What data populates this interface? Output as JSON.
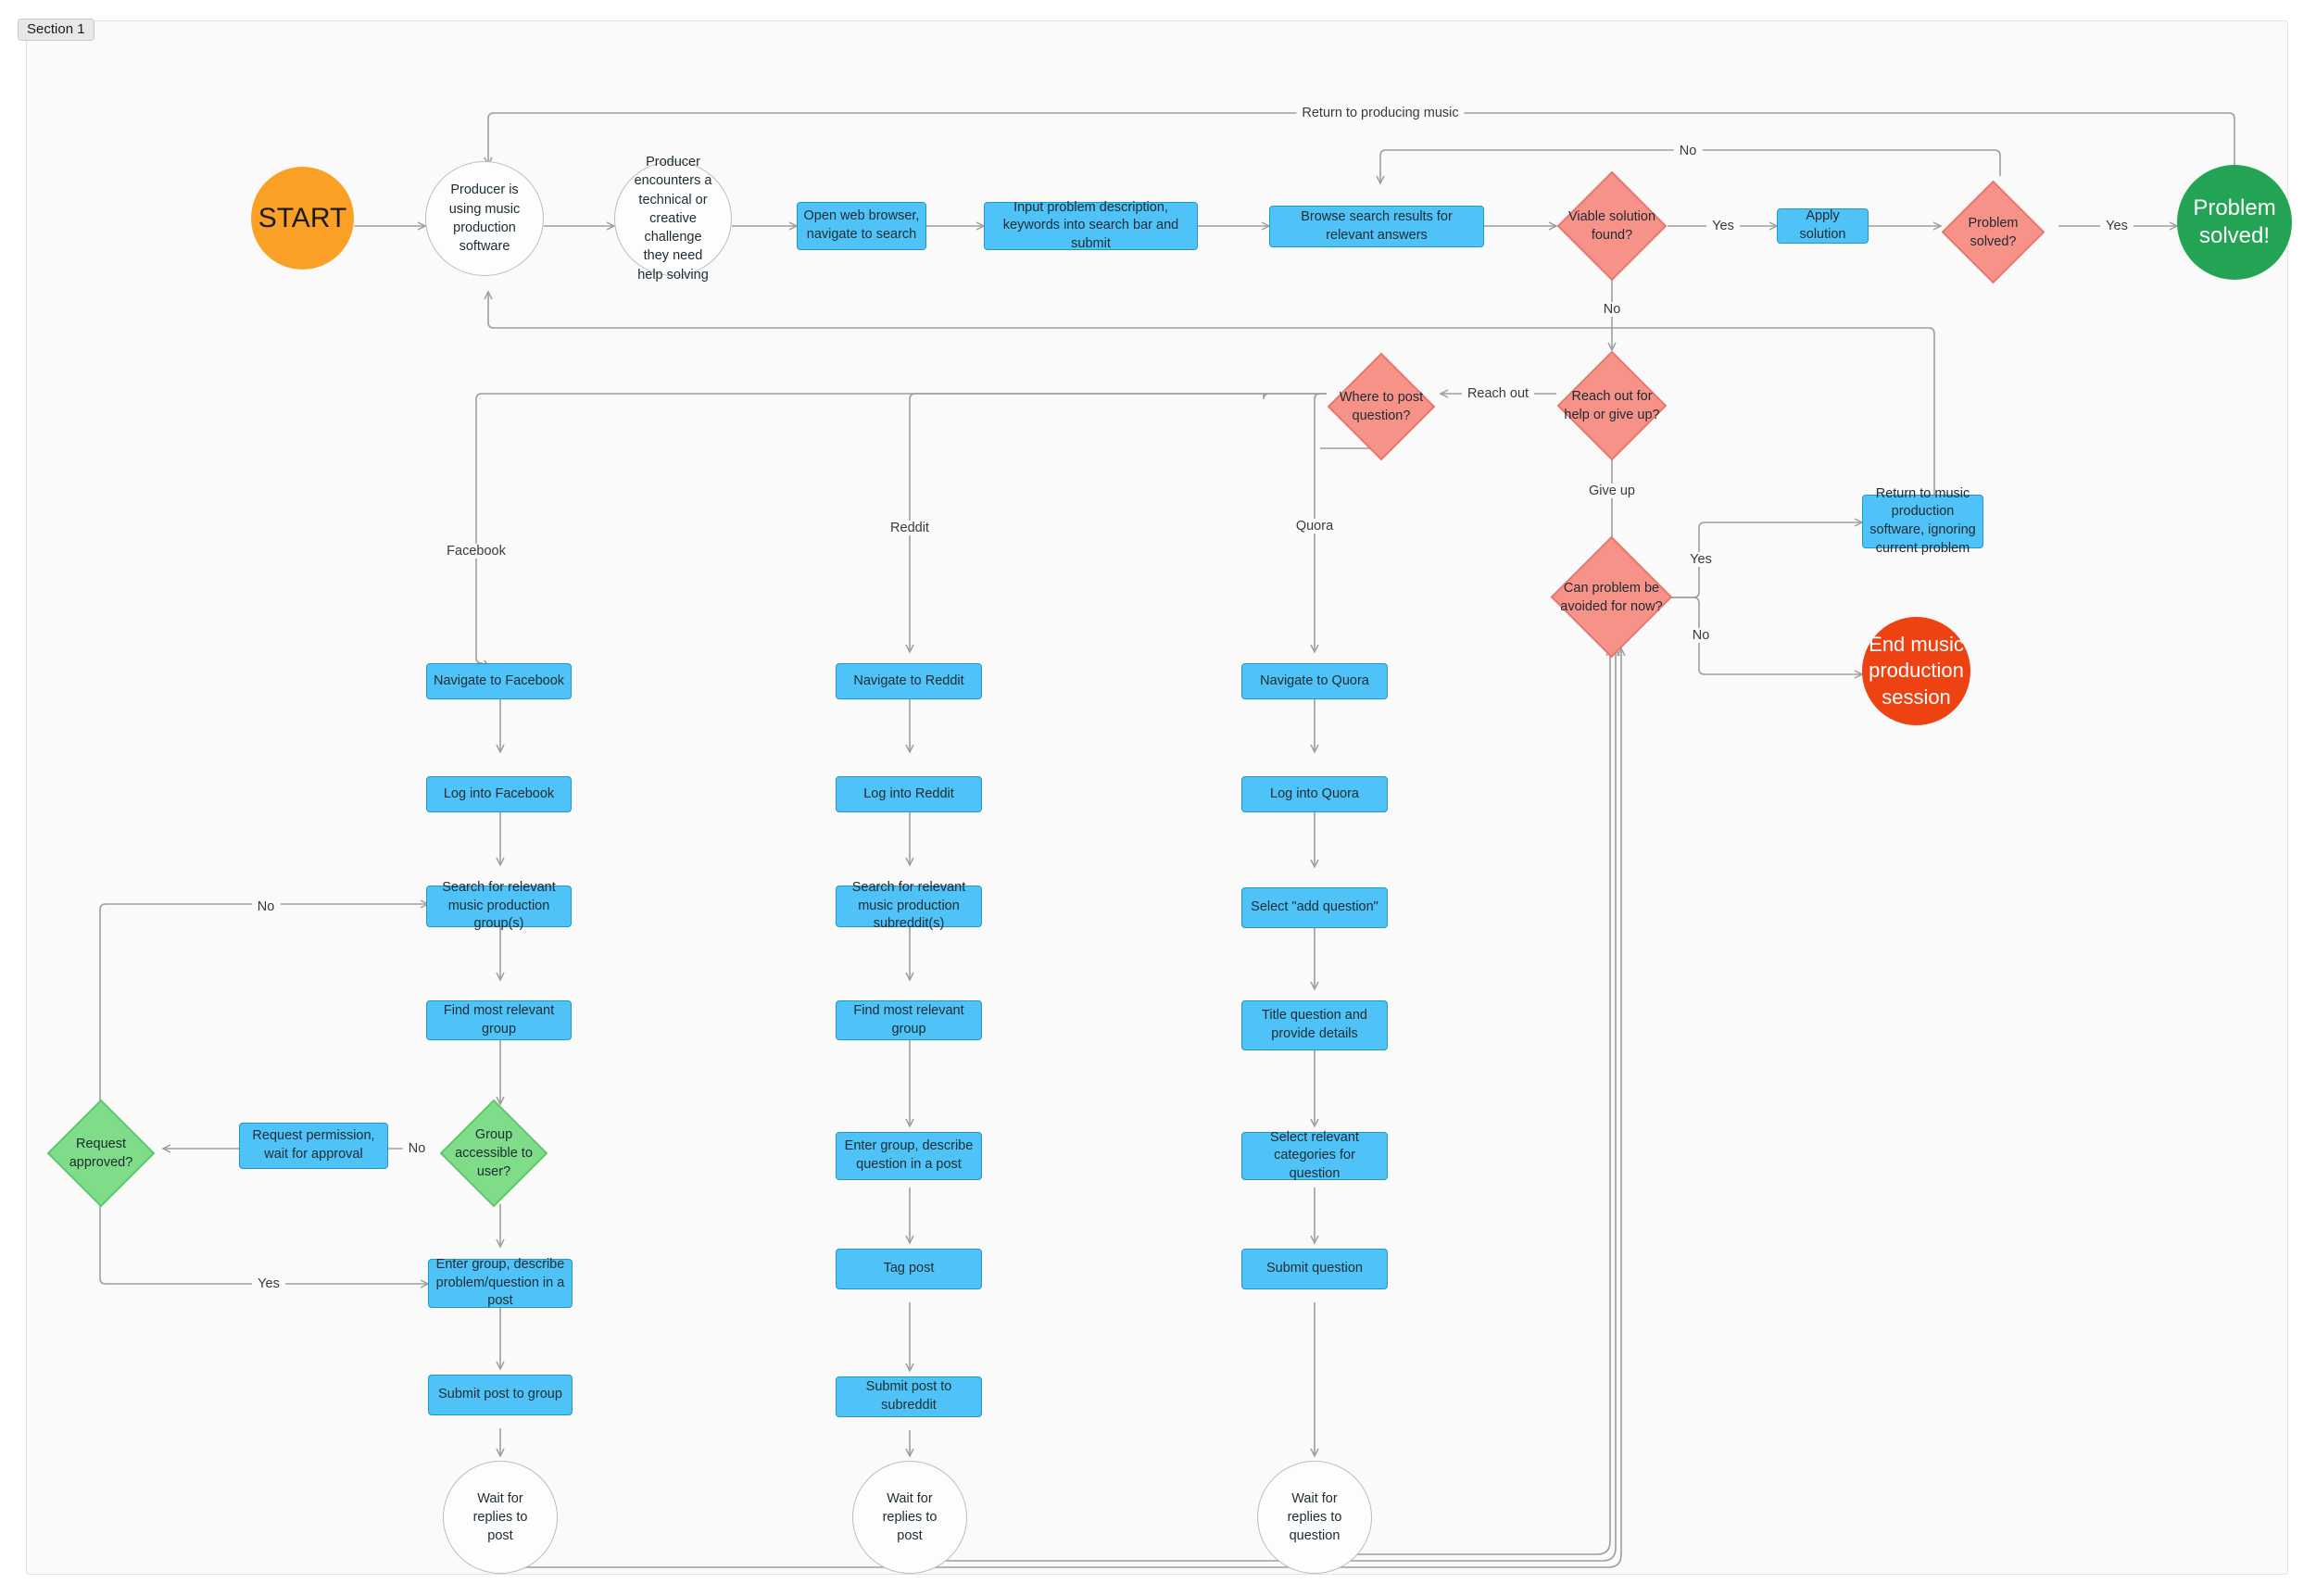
{
  "section": {
    "label": "Section 1"
  },
  "colors": {
    "process_fill": "#4FC3F7",
    "process_stroke": "#2196c9",
    "decision_red_fill": "#F79289",
    "decision_red_stroke": "#e8766c",
    "decision_green_fill": "#7FDC88",
    "decision_green_stroke": "#5fc76c",
    "start_fill": "#FBA026",
    "success_fill": "#23A455",
    "end_fill": "#EE4212",
    "edge_stroke": "#9e9e9e",
    "canvas_bg": "#fafafa"
  },
  "chart_data": {
    "type": "diagram",
    "title": "Music producer seeking help flowchart",
    "nodes": [
      {
        "id": "start",
        "shape": "circle",
        "label": "START"
      },
      {
        "id": "using",
        "shape": "ellipse",
        "label": "Producer  is using music production software"
      },
      {
        "id": "encounter",
        "shape": "ellipse",
        "label": "Producer encounters a technical or creative challenge they need help solving"
      },
      {
        "id": "openbrowser",
        "shape": "rect",
        "label": "Open web browser, navigate to search"
      },
      {
        "id": "inputdesc",
        "shape": "rect",
        "label": "Input problem description, keywords into search bar and submit"
      },
      {
        "id": "browse",
        "shape": "rect",
        "label": "Browse search results for relevant answers"
      },
      {
        "id": "viable",
        "shape": "diamond",
        "label": "Viable solution found?"
      },
      {
        "id": "apply",
        "shape": "rect",
        "label": "Apply solution"
      },
      {
        "id": "solved",
        "shape": "diamond",
        "label": "Problem solved?"
      },
      {
        "id": "problemsolved",
        "shape": "circle",
        "label": "Problem solved!"
      },
      {
        "id": "reachout",
        "shape": "diamond",
        "label": "Reach out for help or give up?"
      },
      {
        "id": "wheretopost",
        "shape": "diamond",
        "label": "Where to post question?"
      },
      {
        "id": "canavoid",
        "shape": "diamond",
        "label": "Can problem be avoided for now?"
      },
      {
        "id": "returnsw",
        "shape": "rect",
        "label": "Return to music production software, ignoring current problem"
      },
      {
        "id": "endsession",
        "shape": "circle",
        "label": "End music production session"
      },
      {
        "id": "navfb",
        "shape": "rect",
        "label": "Navigate to Facebook"
      },
      {
        "id": "loginfb",
        "shape": "rect",
        "label": "Log into Facebook"
      },
      {
        "id": "searchfb",
        "shape": "rect",
        "label": "Search for relevant music production group(s)"
      },
      {
        "id": "findgroupfb",
        "shape": "rect",
        "label": "Find most relevant group"
      },
      {
        "id": "groupacc",
        "shape": "diamond",
        "label": "Group accessible to user?"
      },
      {
        "id": "reqperm",
        "shape": "rect",
        "label": "Request permission, wait for approval"
      },
      {
        "id": "reqapproved",
        "shape": "diamond",
        "label": "Request approved?"
      },
      {
        "id": "entergroupfb",
        "shape": "rect",
        "label": "Enter group, describe problem/question in a post"
      },
      {
        "id": "submitfb",
        "shape": "rect",
        "label": "Submit post to group"
      },
      {
        "id": "waitfb",
        "shape": "circle",
        "label": "Wait for replies to post"
      },
      {
        "id": "navrd",
        "shape": "rect",
        "label": "Navigate to Reddit"
      },
      {
        "id": "loginrd",
        "shape": "rect",
        "label": "Log into Reddit"
      },
      {
        "id": "searchrd",
        "shape": "rect",
        "label": "Search for relevant music production subreddit(s)"
      },
      {
        "id": "findgrouprd",
        "shape": "rect",
        "label": "Find most relevant group"
      },
      {
        "id": "entergrouprd",
        "shape": "rect",
        "label": "Enter group, describe question in a post"
      },
      {
        "id": "tagpost",
        "shape": "rect",
        "label": "Tag post"
      },
      {
        "id": "submitrd",
        "shape": "rect",
        "label": "Submit post to subreddit"
      },
      {
        "id": "waitrd",
        "shape": "circle",
        "label": "Wait for replies to post"
      },
      {
        "id": "navqr",
        "shape": "rect",
        "label": "Navigate to Quora"
      },
      {
        "id": "loginqr",
        "shape": "rect",
        "label": "Log into Quora"
      },
      {
        "id": "addq",
        "shape": "rect",
        "label": "Select \"add question\""
      },
      {
        "id": "titleq",
        "shape": "rect",
        "label": "Title question and provide details"
      },
      {
        "id": "categories",
        "shape": "rect",
        "label": "Select relevant categories for question"
      },
      {
        "id": "submitq",
        "shape": "rect",
        "label": "Submit question"
      },
      {
        "id": "waitqr",
        "shape": "circle",
        "label": "Wait for replies to question"
      }
    ],
    "edge_labels": [
      "Return to producing music",
      "No",
      "Yes",
      "No",
      "Yes",
      "No",
      "Reach out",
      "Give up",
      "Yes",
      "No",
      "Facebook",
      "Reddit",
      "Quora",
      "No",
      "No",
      "Yes"
    ]
  },
  "nodes": {
    "start": {
      "label": "START"
    },
    "using": {
      "label": "Producer  is using music production software"
    },
    "encounter": {
      "label": "Producer encounters a technical or creative challenge they need help solving"
    },
    "openbrowser": {
      "label": "Open web browser, navigate to search"
    },
    "inputdesc": {
      "label": "Input problem description, keywords into search bar and submit"
    },
    "browse": {
      "label": "Browse search results for relevant answers"
    },
    "viable": {
      "label": "Viable solution found?"
    },
    "apply": {
      "label": "Apply solution"
    },
    "solved": {
      "label": "Problem solved?"
    },
    "problemsolved": {
      "label": "Problem solved!"
    },
    "reachout": {
      "label": "Reach out for help or give up?"
    },
    "wheretopost": {
      "label": "Where to post question?"
    },
    "canavoid": {
      "label": "Can problem be avoided for now?"
    },
    "returnsw": {
      "label": "Return to music production software, ignoring current problem"
    },
    "endsession": {
      "label": "End music production session"
    },
    "navfb": {
      "label": "Navigate to Facebook"
    },
    "loginfb": {
      "label": "Log into Facebook"
    },
    "searchfb": {
      "label": "Search for relevant music production group(s)"
    },
    "findgroupfb": {
      "label": "Find most relevant group"
    },
    "groupacc": {
      "label": "Group accessible to user?"
    },
    "reqperm": {
      "label": "Request permission, wait for approval"
    },
    "reqapproved": {
      "label": "Request approved?"
    },
    "entergroupfb": {
      "label": "Enter group, describe problem/question in a post"
    },
    "submitfb": {
      "label": "Submit post to group"
    },
    "waitfb": {
      "label": "Wait for replies to post"
    },
    "navrd": {
      "label": "Navigate to Reddit"
    },
    "loginrd": {
      "label": "Log into Reddit"
    },
    "searchrd": {
      "label": "Search for relevant music production subreddit(s)"
    },
    "findgrouprd": {
      "label": "Find most relevant group"
    },
    "entergrouprd": {
      "label": "Enter group, describe question in a post"
    },
    "tagpost": {
      "label": "Tag post"
    },
    "submitrd": {
      "label": "Submit post to subreddit"
    },
    "waitrd": {
      "label": "Wait for replies to post"
    },
    "navqr": {
      "label": "Navigate to Quora"
    },
    "loginqr": {
      "label": "Log into Quora"
    },
    "addq": {
      "label": "Select \"add question\""
    },
    "titleq": {
      "label": "Title question and provide details"
    },
    "categories": {
      "label": "Select relevant categories for question"
    },
    "submitq": {
      "label": "Submit question"
    },
    "waitqr": {
      "label": "Wait for replies to question"
    }
  },
  "edge_labels": {
    "return_music": "Return to producing music",
    "viable_no": "No",
    "viable_yes": "Yes",
    "viable_no_down": "No",
    "solved_yes": "Yes",
    "reach_out": "Reach out",
    "give_up": "Give up",
    "avoid_yes": "Yes",
    "avoid_no": "No",
    "facebook": "Facebook",
    "reddit": "Reddit",
    "quora": "Quora",
    "groupacc_no": "No",
    "approved_no": "No",
    "approved_yes": "Yes"
  }
}
